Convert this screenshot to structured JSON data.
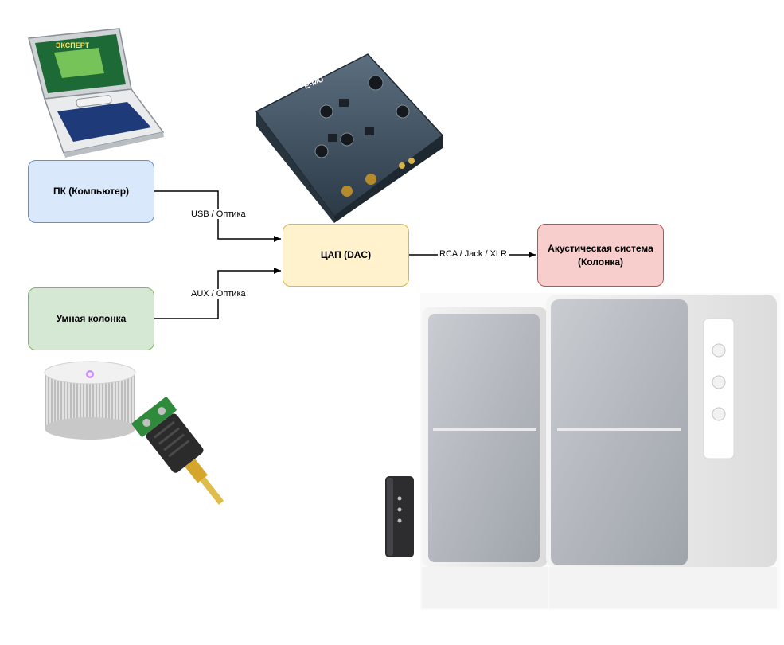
{
  "nodes": {
    "pc": {
      "label": "ПК (Компьютер)",
      "fill": "#dae8fc",
      "stroke": "#6c8ebf"
    },
    "dac": {
      "label": "ЦАП (DAC)",
      "fill": "#fff2cc",
      "stroke": "#d6b656"
    },
    "smart_speaker": {
      "label": "Умная колонка",
      "fill": "#d5e8d4",
      "stroke": "#82b366"
    },
    "speakers": {
      "label": "Акустическая система (Колонка)",
      "fill": "#f8cecc",
      "stroke": "#b85450"
    }
  },
  "edges": {
    "pc_to_dac": {
      "label": "USB / Оптика"
    },
    "smart_to_dac": {
      "label": "AUX / Оптика"
    },
    "dac_to_speakers": {
      "label": "RCA / Jack / XLR"
    }
  },
  "images": {
    "laptop": {
      "screen_text": "ЭКСПЕРТ"
    },
    "audio_interface": {
      "brand_text": "E-MU"
    }
  }
}
